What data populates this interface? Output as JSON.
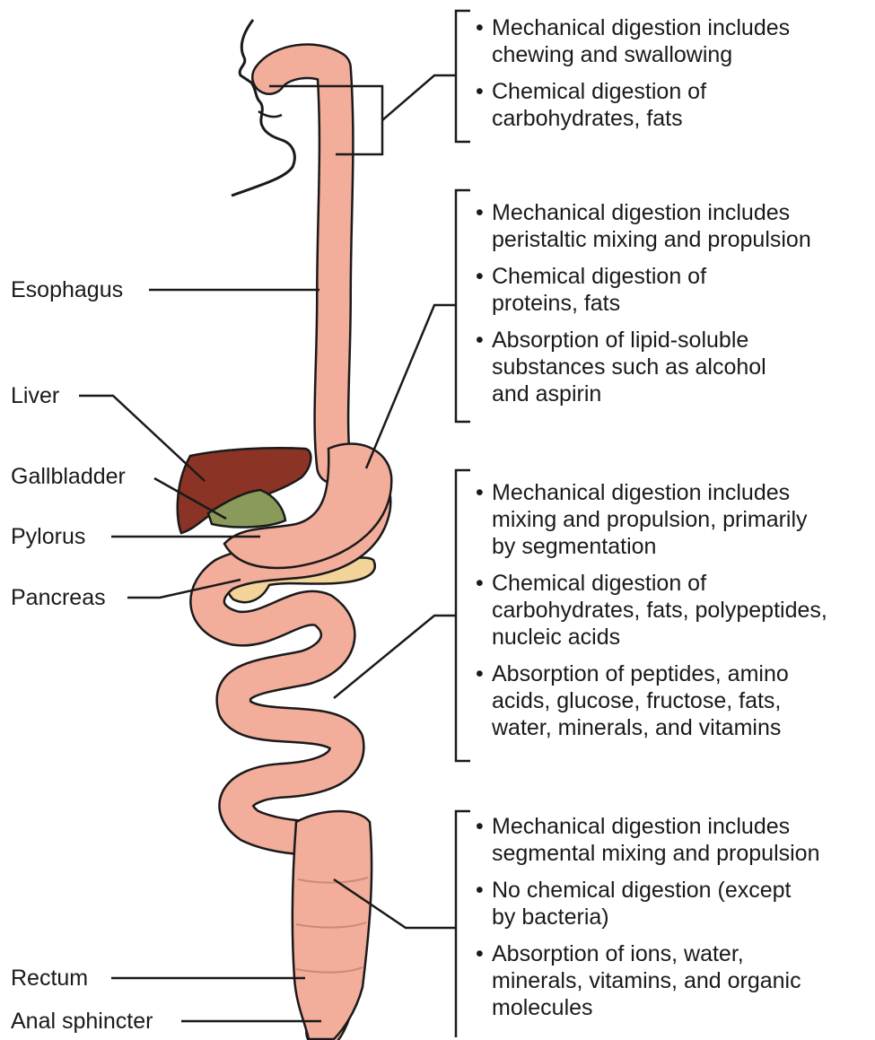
{
  "labels": {
    "esophagus": "Esophagus",
    "liver": "Liver",
    "gallbladder": "Gallbladder",
    "pylorus": "Pylorus",
    "pancreas": "Pancreas",
    "rectum": "Rectum",
    "anal_sphincter": "Anal sphincter"
  },
  "boxes": [
    {
      "organ": "mouth",
      "bullets": [
        "Mechanical digestion includes\nchewing and swallowing",
        "Chemical digestion of\ncarbohydrates, fats"
      ]
    },
    {
      "organ": "stomach",
      "bullets": [
        "Mechanical digestion includes\nperistaltic mixing and propulsion",
        "Chemical digestion of\nproteins, fats",
        "Absorption of lipid-soluble\nsubstances such as alcohol\nand aspirin"
      ]
    },
    {
      "organ": "small-intestine",
      "bullets": [
        "Mechanical digestion includes\nmixing and propulsion, primarily\nby segmentation",
        "Chemical digestion of\ncarbohydrates, fats, polypeptides,\nnucleic acids",
        "Absorption of peptides, amino\nacids, glucose, fructose, fats,\nwater, minerals, and vitamins"
      ]
    },
    {
      "organ": "large-intestine",
      "bullets": [
        "Mechanical digestion includes\nsegmental mixing and propulsion",
        "No chemical digestion (except\nby bacteria)",
        "Absorption of ions, water,\nminerals, vitamins, and organic\nmolecules"
      ]
    }
  ],
  "colors": {
    "tract": "#f2ad9b",
    "tract_outline": "#1a1a1a",
    "liver": "#8b3324",
    "gallbladder": "#8a9a5b",
    "pancreas": "#f2d49b",
    "line": "#1a1a1a"
  }
}
